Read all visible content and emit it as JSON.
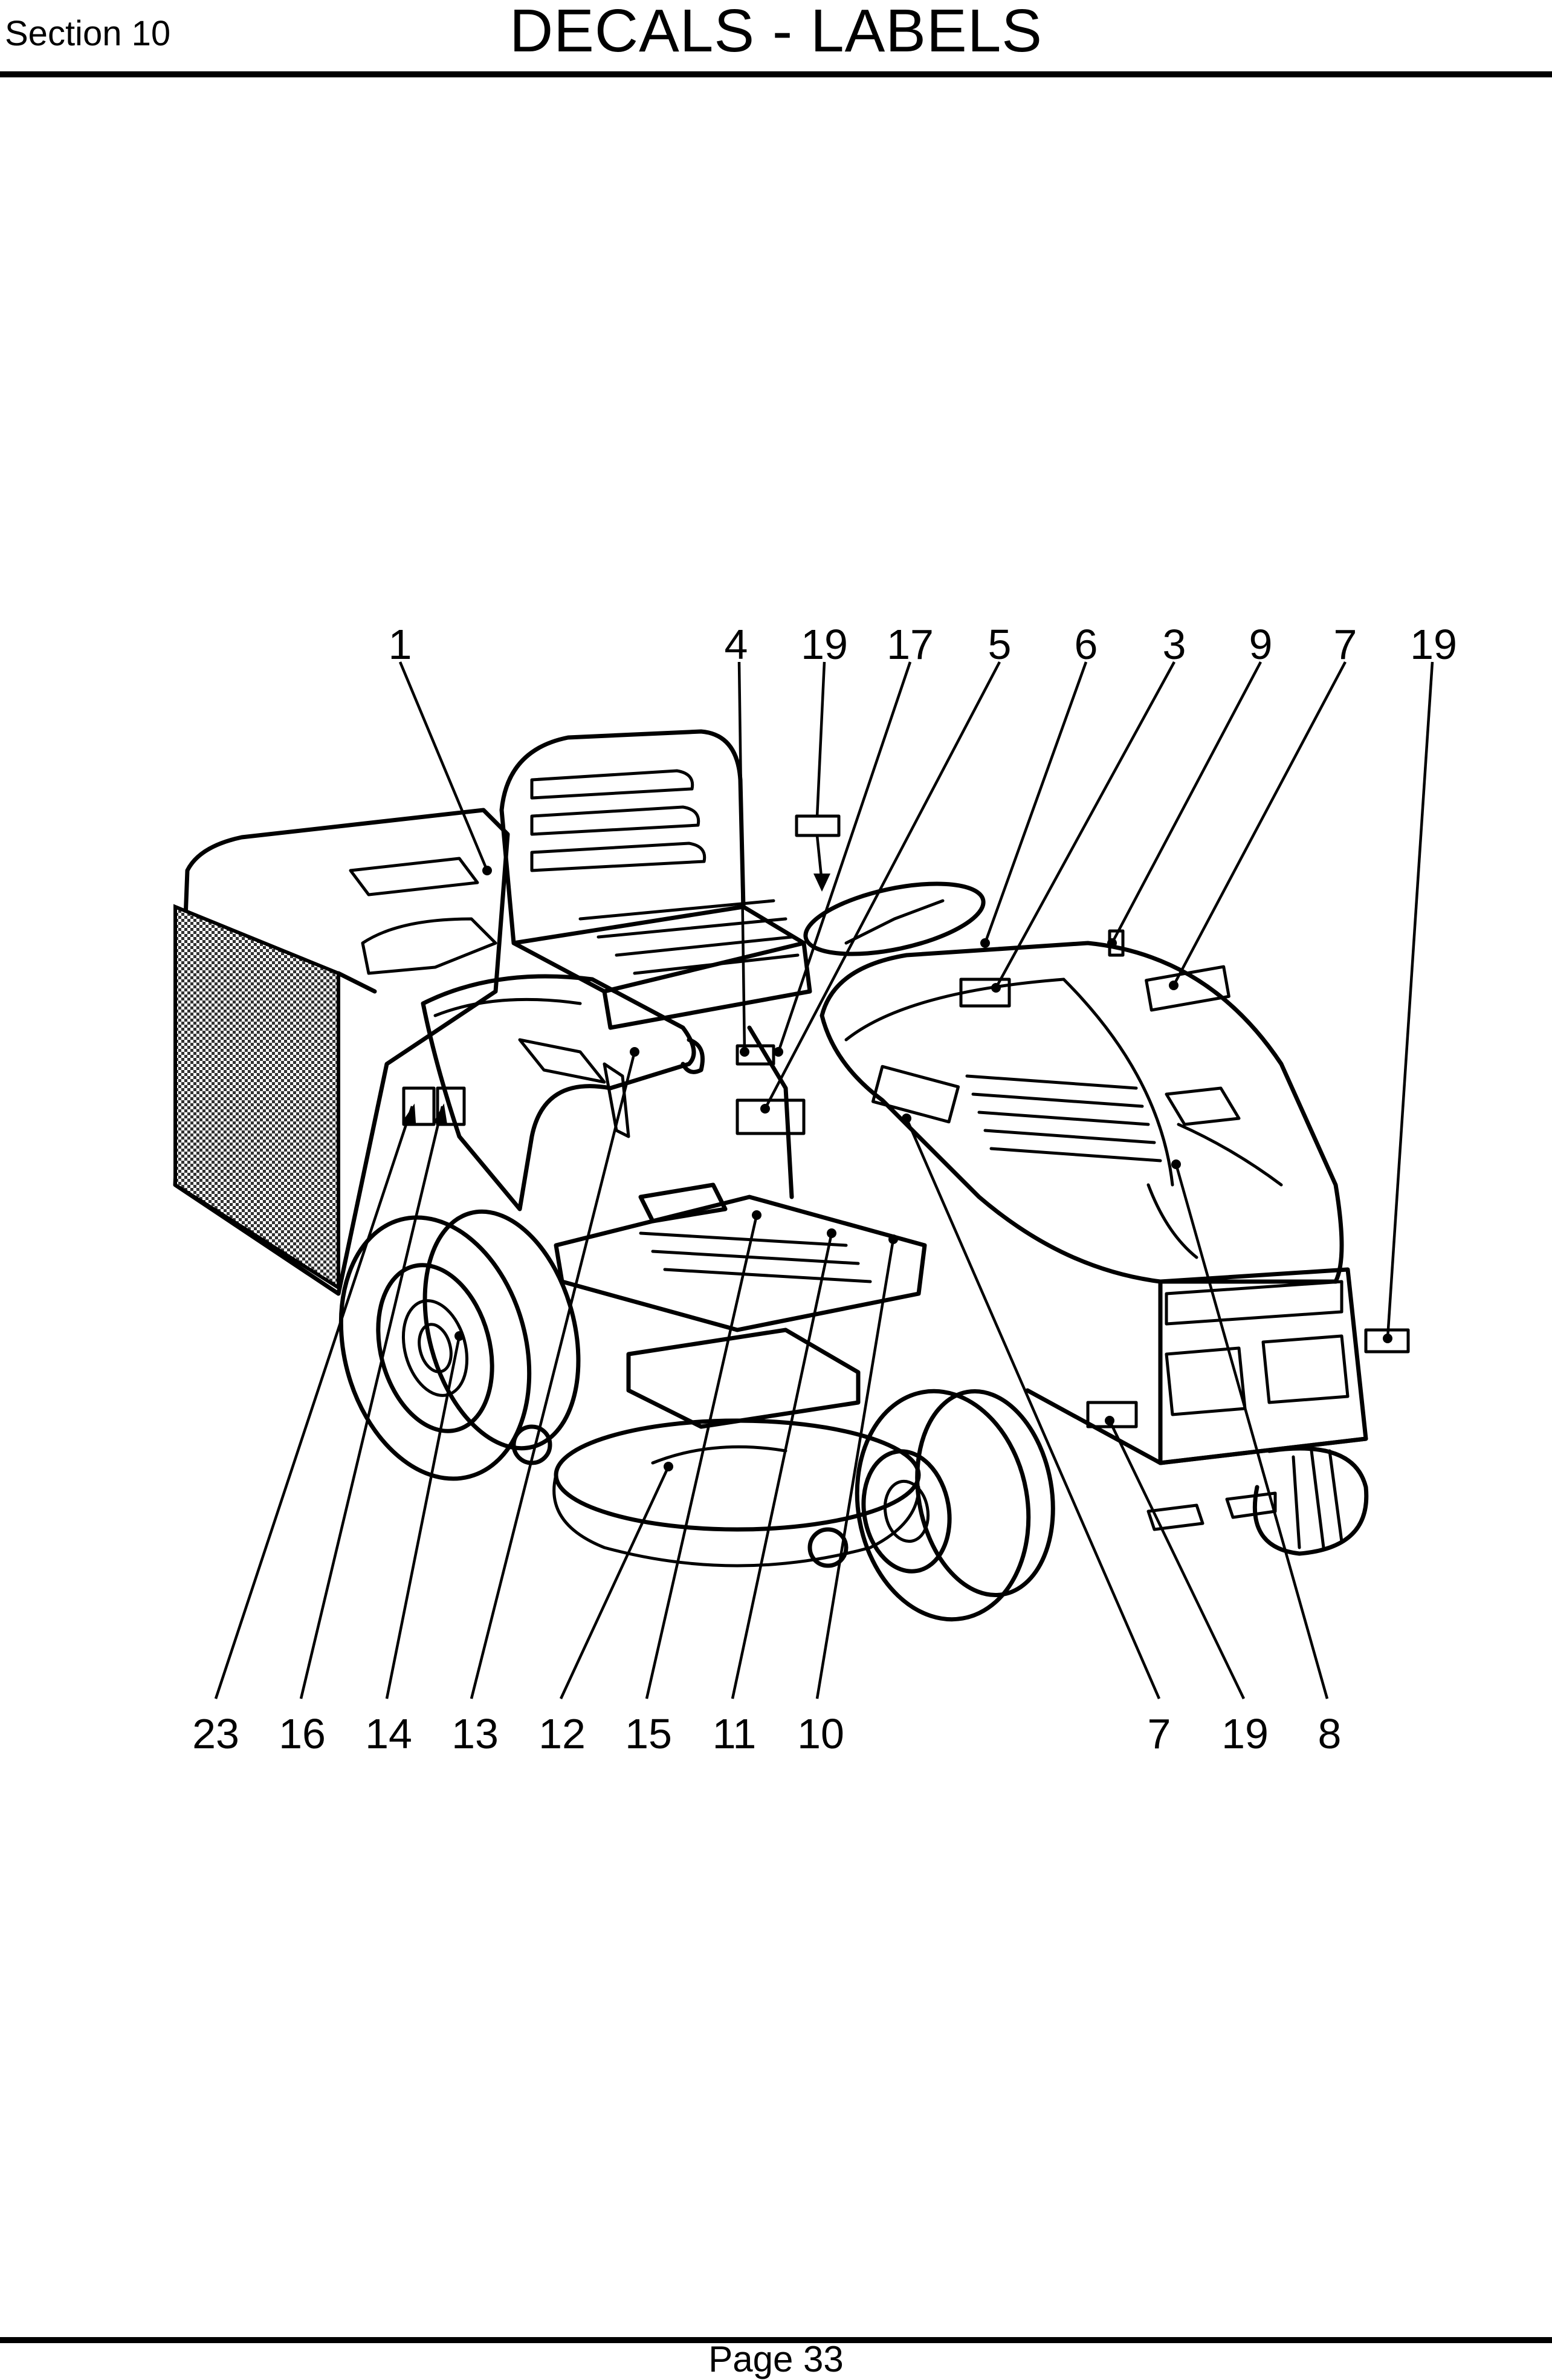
{
  "header": {
    "section": "Section 10",
    "title": "DECALS - LABELS"
  },
  "footer": {
    "page": "Page 33"
  },
  "figure": {
    "top_callouts": [
      "1",
      "4",
      "19",
      "17",
      "5",
      "6",
      "3",
      "9",
      "7",
      "19"
    ],
    "bottom_callouts": [
      "23",
      "16",
      "14",
      "13",
      "12",
      "15",
      "11",
      "10",
      "7",
      "19",
      "8"
    ]
  }
}
